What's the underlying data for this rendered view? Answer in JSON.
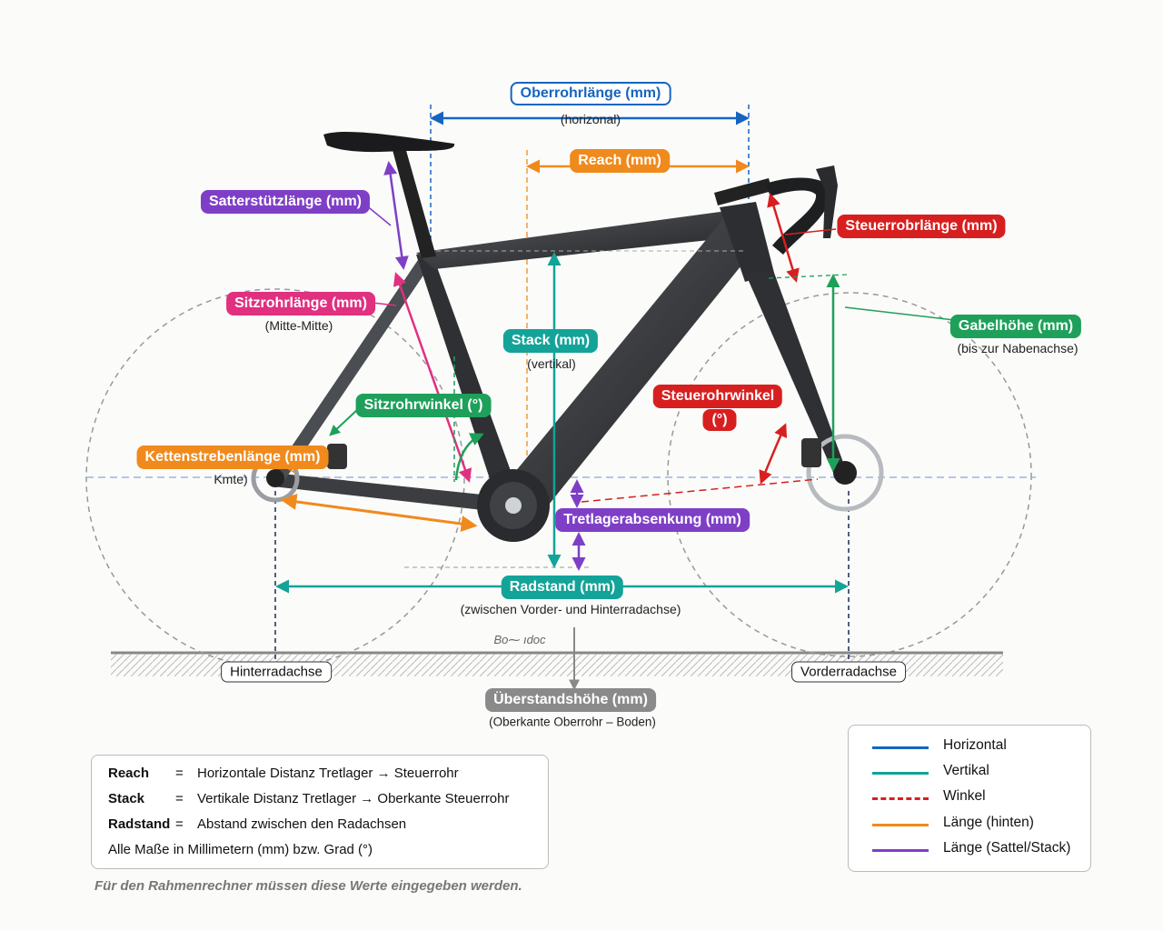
{
  "labels": {
    "oberrohr": {
      "title": "Oberrohrlänge (mm)",
      "sub": "(horizonal)"
    },
    "reach": {
      "title": "Reach (mm)"
    },
    "steuerrohrlaenge": {
      "title": "Steuerrobrlänge (mm)"
    },
    "sattelstuetze": {
      "title": "Satterstützlänge (mm)"
    },
    "sitzrohrlaenge": {
      "title": "Sitzrohrlänge (mm)",
      "sub": "(Mitte-Mitte)"
    },
    "stack": {
      "title": "Stack (mm)",
      "sub": "(vertikal)"
    },
    "gabelhoehe": {
      "title": "Gabelhöhe (mm)",
      "sub": "(bis zur Nabenachse)"
    },
    "sitzrohrwinkel": {
      "title": "Sitzrohrwinkel (°)"
    },
    "steuerrohrwinkel": {
      "title": "Steuerohrwinkel",
      "sub": "(°)"
    },
    "kettenstrebe": {
      "title": "Kettenstrebenlänge (mm)",
      "sub": "Kmte)"
    },
    "tretlager": {
      "title": "Tretlagerabsenkung (mm)"
    },
    "radstand": {
      "title": "Radstand (mm)",
      "sub": "(zwischen Vorder- und Hinterradachse)"
    },
    "ground_mark": "Bo⁓ ıdoc",
    "ueberstand": {
      "title": "Überstandshöhe (mm)",
      "sub": "(Oberkante Oberrohr – Boden)"
    },
    "hinterrad": "Hinterradachse",
    "vorderrad": "Vorderradachse"
  },
  "definitions": {
    "rows": [
      {
        "term": "Reach",
        "eq": "=",
        "def": "Horizontale Distanz Tretlager → Steuerrohr"
      },
      {
        "term": "Stack",
        "eq": "=",
        "def": "Vertikale Distanz Tretlager → Oberkante Steuerrohr"
      },
      {
        "term": "Radstand",
        "eq": "=",
        "def": "Abstand zwischen den Radachsen"
      }
    ],
    "note": "Alle Maße in Millimetern (mm) bzw. Grad (°)"
  },
  "footer": "Für den Rahmenrechner müssen diese Werte eingegeben werden.",
  "legend": [
    {
      "label": "Horizontal",
      "color": "#1565c0"
    },
    {
      "label": "Vertikal",
      "color": "#13a399"
    },
    {
      "label": "Winkel",
      "color": "#d81f1f"
    },
    {
      "label": "Länge (hinten)",
      "color": "#f08a1c"
    },
    {
      "label": "Länge (Sattel/Stack)",
      "color": "#7e3fc6"
    }
  ]
}
